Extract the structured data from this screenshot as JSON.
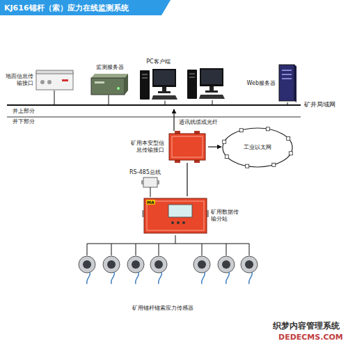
{
  "diagram": {
    "title": "KJ616锚杆（索）应力在线监测系统",
    "nodes": [
      {
        "text": [
          "地面信息传输接口"
        ]
      },
      {
        "text": [
          "监测服务器"
        ]
      },
      {
        "text": [
          "PC客户端"
        ]
      },
      {
        "text": [
          "Web服务器"
        ]
      },
      {
        "text": [
          "矿用本安型信息传输接口"
        ]
      },
      {
        "text": [
          "工业以太网"
        ]
      },
      {
        "text": [
          "矿用数据传输分站"
        ]
      }
    ],
    "edges": [
      {
        "from": 4,
        "to": 5,
        "arrow": "to"
      },
      {
        "from": 4,
        "to": 6,
        "arrow": "none"
      }
    ],
    "labels": [
      "井上部分",
      "井下部分",
      "矿井局域网",
      "通讯线缆或光纤",
      "RS-485总线",
      "MA",
      "矿用锚杆锚索应力传感器",
      "织梦内容管理系统",
      "DEDECMS.COM"
    ]
  }
}
